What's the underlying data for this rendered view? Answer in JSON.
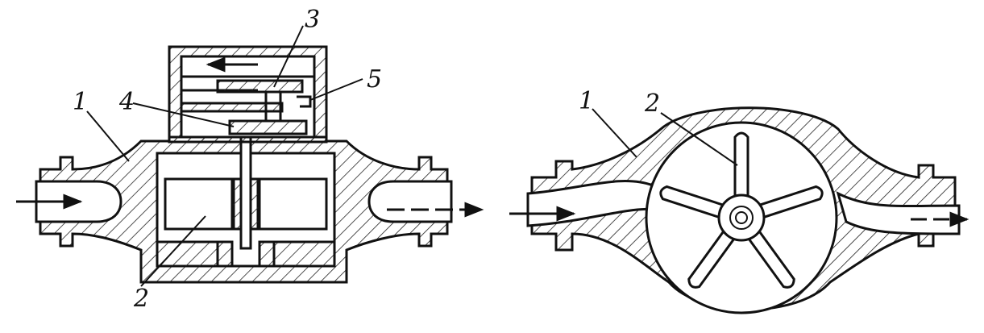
{
  "figure": {
    "left": {
      "labels": [
        "1",
        "2",
        "3",
        "4",
        "5"
      ]
    },
    "right": {
      "labels": [
        "1",
        "2"
      ]
    }
  }
}
